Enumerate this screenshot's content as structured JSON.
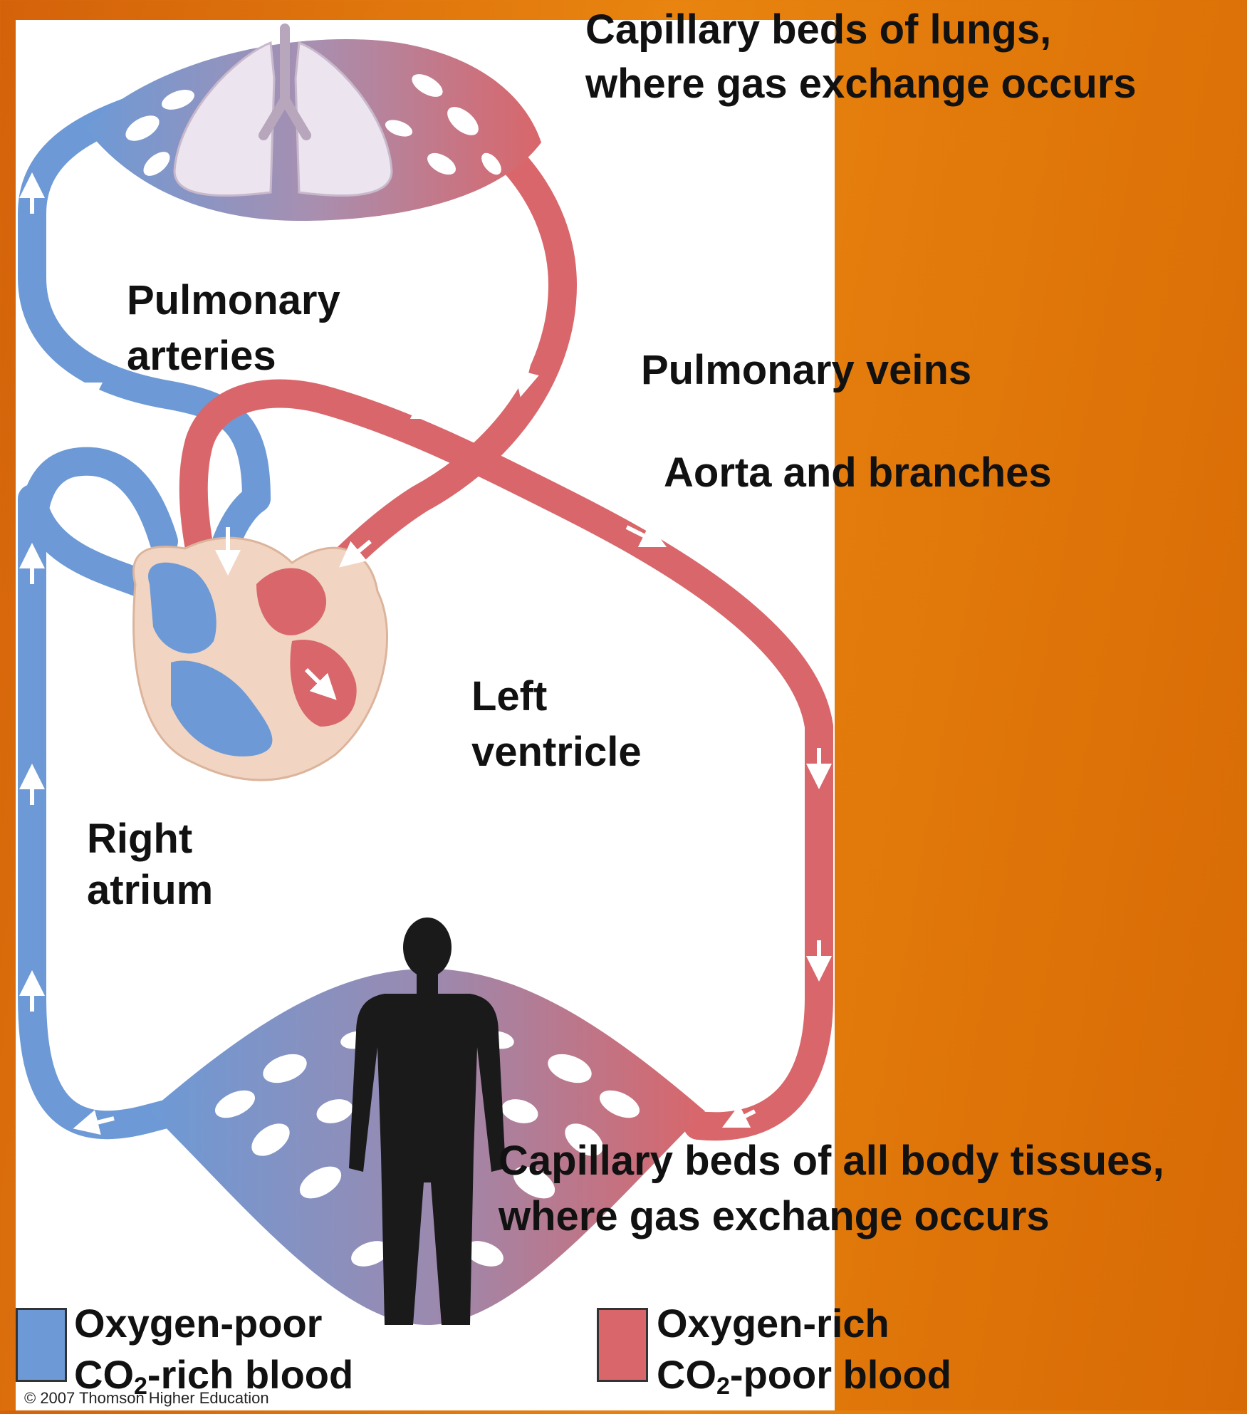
{
  "labels": {
    "lung_capillaries_1": "Capillary beds of lungs,",
    "lung_capillaries_2": "where gas exchange occurs",
    "pulmonary_arteries_1": "Pulmonary",
    "pulmonary_arteries_2": "arteries",
    "pulmonary_veins": "Pulmonary veins",
    "aorta": "Aorta and branches",
    "left_ventricle_1": "Left",
    "left_ventricle_2": "ventricle",
    "right_atrium_1": "Right",
    "right_atrium_2": "atrium",
    "body_capillaries_1": "Capillary beds of all body tissues,",
    "body_capillaries_2": "where gas exchange occurs"
  },
  "legend": {
    "poor_line1": "Oxygen-poor",
    "poor_co2": "CO",
    "poor_sub": "2",
    "poor_rest": "-rich blood",
    "rich_line1": "Oxygen-rich",
    "rich_co2": "CO",
    "rich_sub": "2",
    "rich_rest": "-poor blood"
  },
  "copyright": "© 2007 Thomson Higher Education",
  "colors": {
    "oxygen_poor": "#6d9ad6",
    "oxygen_rich": "#d9666a",
    "background": "#e07a10",
    "panel": "#ffffff"
  },
  "icons": [
    "lungs-icon",
    "heart-icon",
    "human-silhouette-icon",
    "flow-arrow-icon"
  ]
}
